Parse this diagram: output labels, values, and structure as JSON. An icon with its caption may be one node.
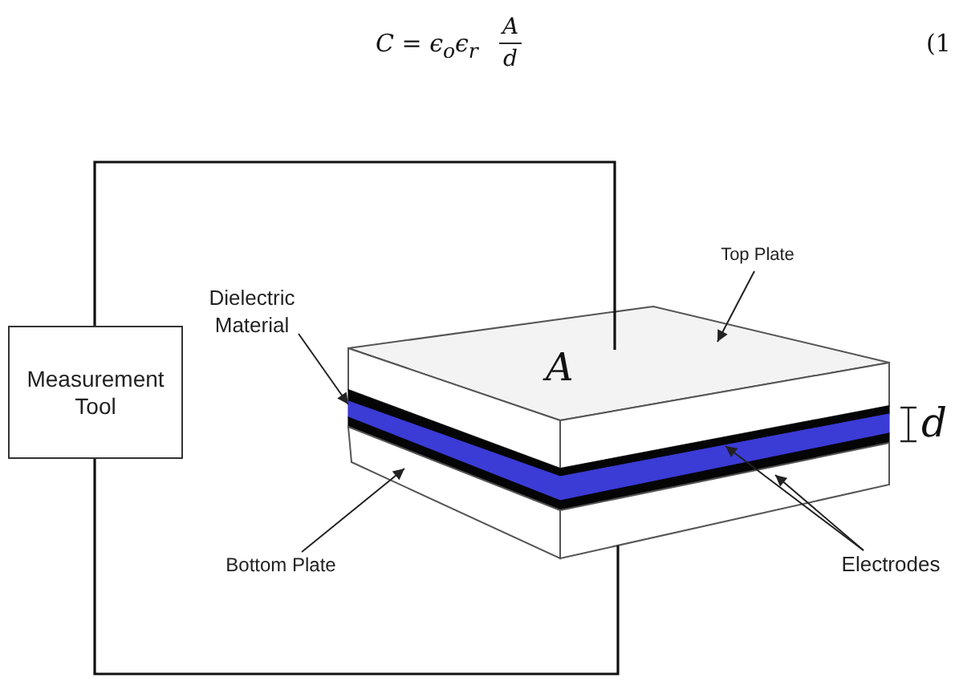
{
  "diagram": {
    "nodes": [
      {
        "text": [
          "Measurement Tool"
        ]
      },
      {
        "text": [
          "Top Plate"
        ]
      },
      {
        "text": [
          "Dielectric Material"
        ]
      },
      {
        "text": [
          "A"
        ]
      },
      {
        "text": [],
        "shape": "bar"
      },
      {
        "text": [],
        "shape": "bar"
      },
      {
        "text": [],
        "shape": "bar"
      },
      {
        "text": [],
        "shape": "box"
      },
      {
        "text": [
          "Bottom Plate"
        ]
      },
      {
        "text": [
          "Electrodes"
        ]
      }
    ],
    "edges": [
      {
        "from": 0,
        "to": 3,
        "arrow": "none"
      },
      {
        "from": 0,
        "to": 7,
        "arrow": "none"
      },
      {
        "from": 1,
        "to": 3,
        "arrow": "to"
      },
      {
        "from": 2,
        "to": 5,
        "arrow": "to"
      },
      {
        "from": 8,
        "to": 7,
        "arrow": "to"
      },
      {
        "from": 9,
        "to": 4,
        "arrow": "to"
      },
      {
        "from": 9,
        "to": 6,
        "arrow": "to"
      }
    ],
    "labels": [
      "C = ϵ$_{o}$ϵ$_{r}$",
      "A",
      "d",
      "(1",
      "d"
    ]
  }
}
